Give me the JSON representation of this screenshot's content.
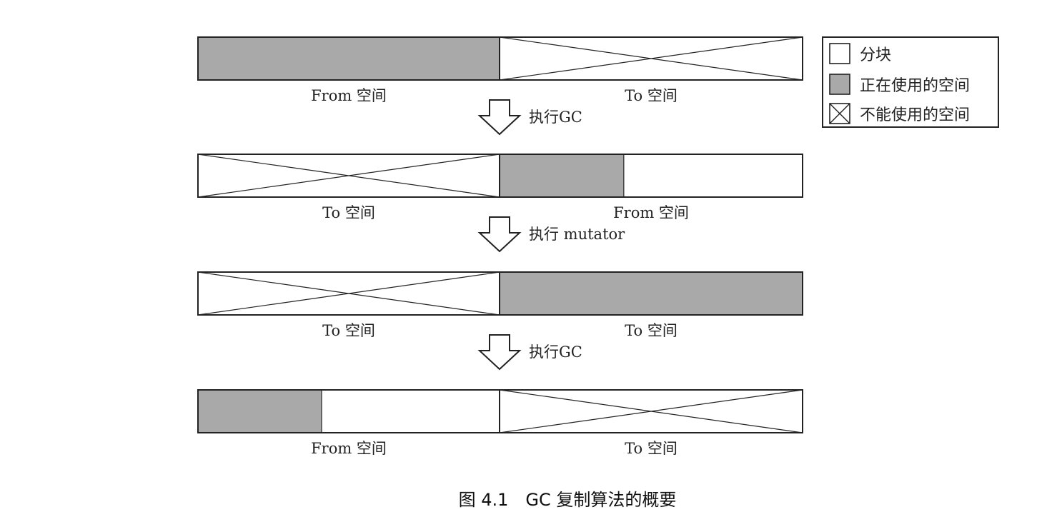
{
  "colors": {
    "used": "#a9a9a9",
    "stroke": "#222222",
    "background": "#ffffff"
  },
  "legend": {
    "items": [
      {
        "symbol": "empty",
        "label": "分块"
      },
      {
        "symbol": "filled",
        "label": "正在使用的空间"
      },
      {
        "symbol": "crossed",
        "label": "不能使用的空间"
      }
    ]
  },
  "rows": [
    {
      "left_label": "From 空间",
      "right_label": "To 空间",
      "left": {
        "fill": 1.0,
        "crossed": false
      },
      "right": {
        "fill": 0,
        "crossed": true
      }
    },
    {
      "left_label": "To 空间",
      "right_label": "From 空间",
      "left": {
        "fill": 0,
        "crossed": true
      },
      "right": {
        "fill": 0.41,
        "crossed": false
      }
    },
    {
      "left_label": "To 空间",
      "right_label": "To 空间",
      "left": {
        "fill": 0,
        "crossed": true
      },
      "right": {
        "fill": 1.0,
        "crossed": false
      }
    },
    {
      "left_label": "From 空间",
      "right_label": "To 空间",
      "left": {
        "fill": 0.41,
        "crossed": false
      },
      "right": {
        "fill": 0,
        "crossed": true
      }
    }
  ],
  "arrows": [
    {
      "label": "执行GC"
    },
    {
      "label": "执行 mutator"
    },
    {
      "label": "执行GC"
    }
  ],
  "caption": "图 4.1　GC 复制算法的概要"
}
